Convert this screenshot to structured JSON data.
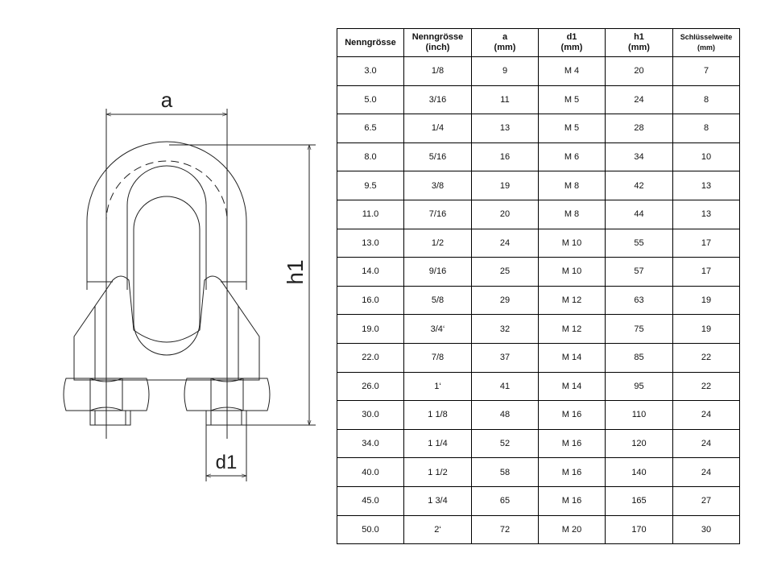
{
  "drawing": {
    "label_a": "a",
    "label_h1": "h1",
    "label_d1": "d1"
  },
  "table": {
    "headers": [
      {
        "line1": "Nenngrösse",
        "line2": ""
      },
      {
        "line1": "Nenngrösse",
        "line2": "(inch)"
      },
      {
        "line1": "a",
        "line2": "(mm)"
      },
      {
        "line1": "d1",
        "line2": "(mm)"
      },
      {
        "line1": "h1",
        "line2": "(mm)"
      },
      {
        "line1": "Schlüsselweite",
        "line2": "(mm)"
      }
    ],
    "rows": [
      [
        "3.0",
        "1/8",
        "9",
        "M 4",
        "20",
        "7"
      ],
      [
        "5.0",
        "3/16",
        "11",
        "M 5",
        "24",
        "8"
      ],
      [
        "6.5",
        "1/4",
        "13",
        "M 5",
        "28",
        "8"
      ],
      [
        "8.0",
        "5/16",
        "16",
        "M 6",
        "34",
        "10"
      ],
      [
        "9.5",
        "3/8",
        "19",
        "M 8",
        "42",
        "13"
      ],
      [
        "11.0",
        "7/16",
        "20",
        "M 8",
        "44",
        "13"
      ],
      [
        "13.0",
        "1/2",
        "24",
        "M 10",
        "55",
        "17"
      ],
      [
        "14.0",
        "9/16",
        "25",
        "M 10",
        "57",
        "17"
      ],
      [
        "16.0",
        "5/8",
        "29",
        "M 12",
        "63",
        "19"
      ],
      [
        "19.0",
        "3/4‘",
        "32",
        "M 12",
        "75",
        "19"
      ],
      [
        "22.0",
        "7/8",
        "37",
        "M 14",
        "85",
        "22"
      ],
      [
        "26.0",
        "1‘",
        "41",
        "M 14",
        "95",
        "22"
      ],
      [
        "30.0",
        "1 1/8",
        "48",
        "M 16",
        "110",
        "24"
      ],
      [
        "34.0",
        "1 1/4",
        "52",
        "M 16",
        "120",
        "24"
      ],
      [
        "40.0",
        "1 1/2",
        "58",
        "M 16",
        "140",
        "24"
      ],
      [
        "45.0",
        "1 3/4",
        "65",
        "M 16",
        "165",
        "27"
      ],
      [
        "50.0",
        "2‘",
        "72",
        "M 20",
        "170",
        "30"
      ]
    ]
  }
}
